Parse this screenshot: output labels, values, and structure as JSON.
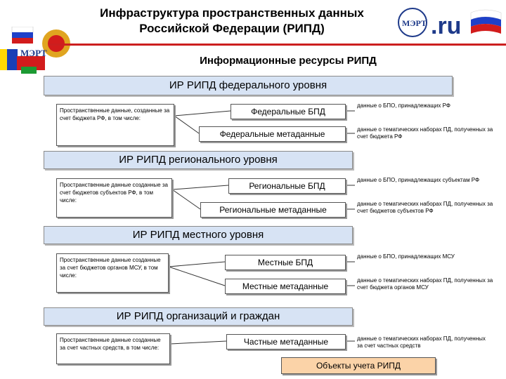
{
  "header": {
    "title_line1": "Инфраструктура пространственных данных",
    "title_line2": "Российской Федерации (РИПД)",
    "subtitle": "Информационные ресурсы РИПД",
    "logo_left_text": "МЭРТ",
    "logo_right_text": "МЭРТ",
    "ru_text": ".ru"
  },
  "levels": [
    {
      "band": "ИР РИПД федерального уровня",
      "source": "Пространственные данные, созданные за счет бюджета РФ, в том числе:",
      "node1": "Федеральные БПД",
      "node2": "Федеральные метаданные",
      "desc1": "данные о БПО, принадлежащих РФ",
      "desc2": "данные о тематических наборах ПД, полученных за счет бюджета РФ"
    },
    {
      "band": "ИР РИПД регионального уровня",
      "source": "Пространственные данные созданные за счет бюджетов субъектов РФ, в том числе:",
      "node1": "Региональные БПД",
      "node2": "Региональные метаданные",
      "desc1": "данные о БПО, принадлежащих субъектам РФ",
      "desc2": "данные о тематических наборах ПД, полученных за счет бюджетов субъектов РФ"
    },
    {
      "band": "ИР РИПД местного уровня",
      "source": "Пространственные данные созданные за счет бюджетов органов МСУ, в том числе:",
      "node1": "Местные БПД",
      "node2": "Местные метаданные",
      "desc1": "данные о БПО, принадлежащих МСУ",
      "desc2": "данные о тематических наборах ПД, полученных за счет бюджета органов МСУ"
    },
    {
      "band": "ИР РИПД организаций и граждан",
      "source": "Пространственные данные созданные за счет частных средств, в том числе:",
      "node2": "Частные метаданные",
      "desc2": "данные о тематических наборах ПД, полученных за счет частных средств"
    }
  ],
  "footer_box": "Объекты учета РИПД",
  "colors": {
    "band_fill": "#d7e3f4",
    "footer_fill": "#fbd3a8",
    "accent_red": "#cc1f1f",
    "accent_blue": "#1e3a8a"
  }
}
